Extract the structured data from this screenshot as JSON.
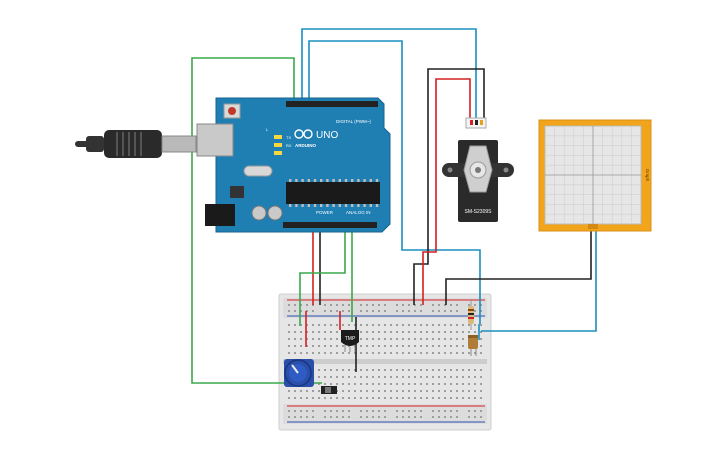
{
  "arduino": {
    "brand": "UNO",
    "logo_text": "ARDUINO",
    "digital_label": "DIGITAL (PWM~)",
    "power_label": "POWER",
    "analog_label": "ANALOG IN",
    "led_tx": "TX",
    "led_rx": "RX",
    "led_l": "L",
    "board_color": "#1f7fb3"
  },
  "servo": {
    "label": "SM-S2309S"
  },
  "oscilloscope": {
    "label": "Graph"
  },
  "sensor": {
    "label": "TMP"
  },
  "colors": {
    "wire_green": "#3aa84a",
    "wire_blue": "#1a8fc0",
    "wire_red": "#d42020",
    "wire_black": "#222222",
    "scope_frame": "#f2a51a",
    "breadboard": "#e4e4e4"
  }
}
